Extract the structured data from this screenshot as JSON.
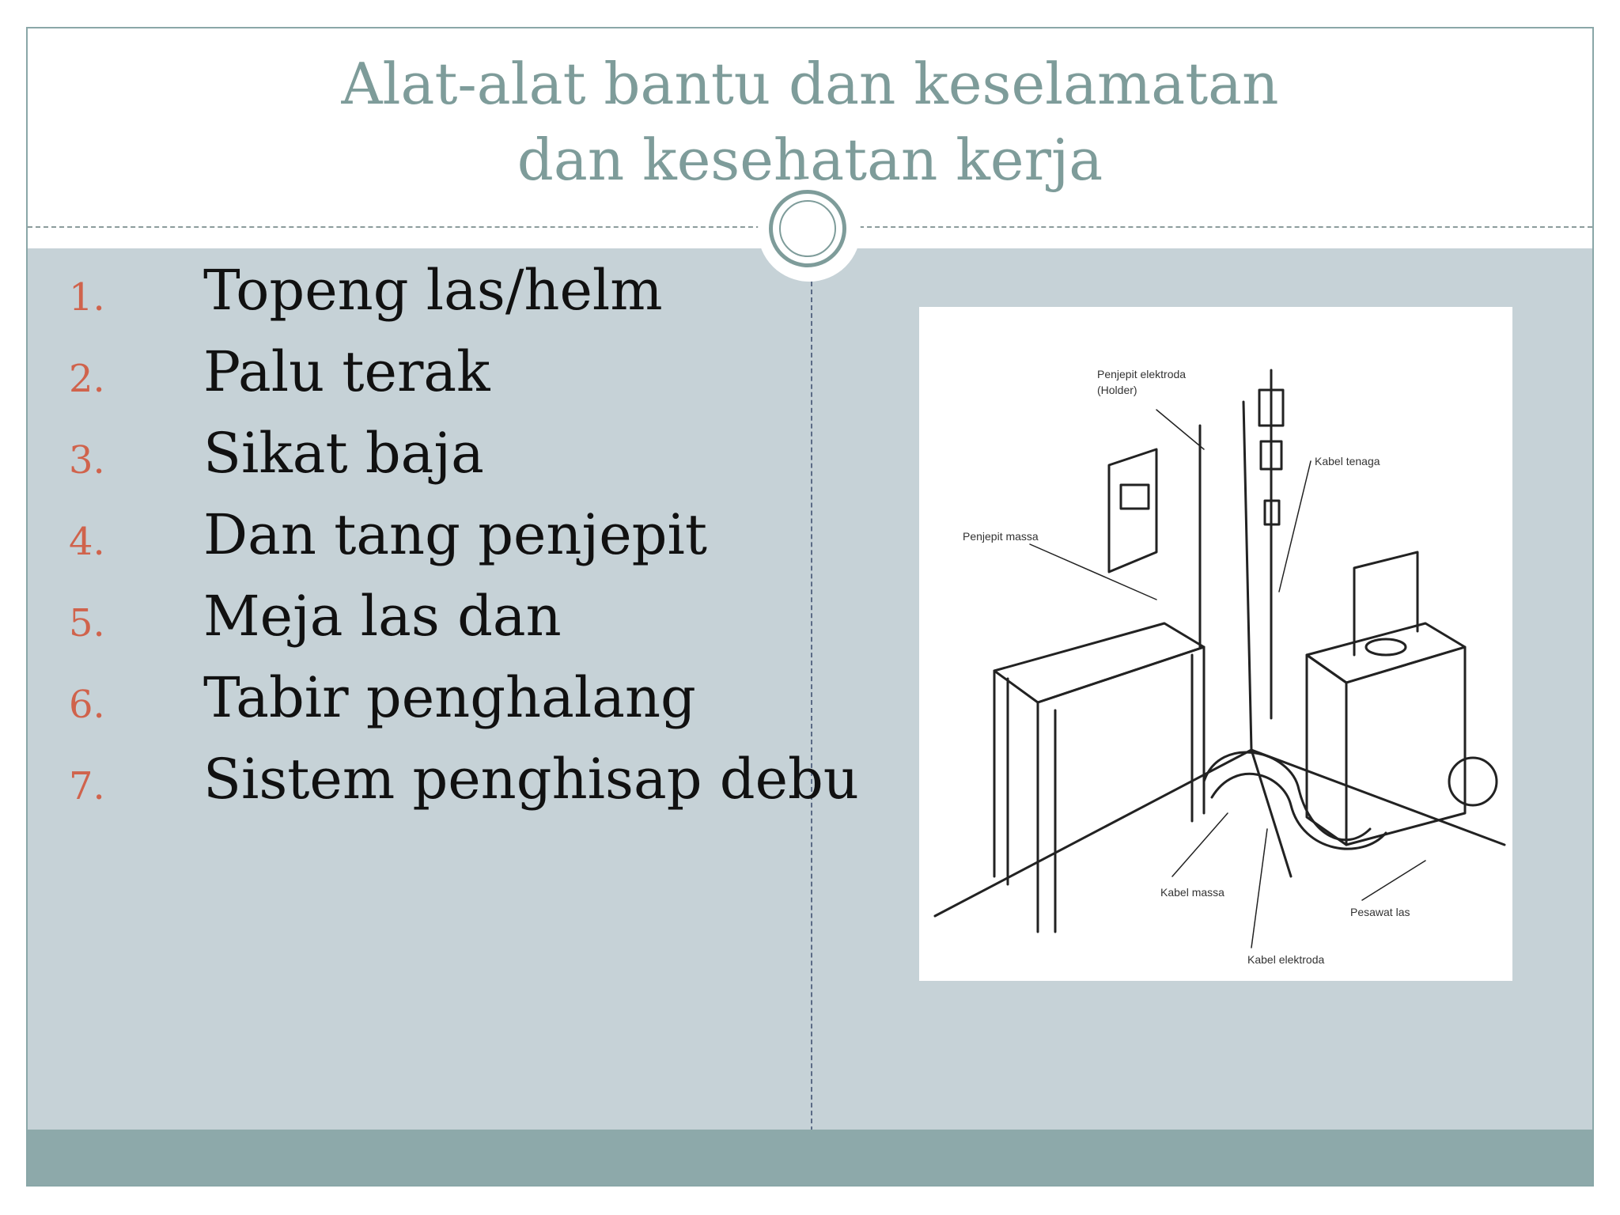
{
  "slide": {
    "title_line1": "Alat-alat bantu dan keselamatan",
    "title_line2": "dan kesehatan kerja"
  },
  "list": {
    "items": [
      {
        "number": "1.",
        "label": "Topeng las/helm"
      },
      {
        "number": "2.",
        "label": "Palu terak"
      },
      {
        "number": "3.",
        "label": "Sikat baja"
      },
      {
        "number": "4.",
        "label": "Dan tang penjepit"
      },
      {
        "number": "5.",
        "label": "Meja las dan"
      },
      {
        "number": "6.",
        "label": "Tabir penghalang"
      },
      {
        "number": "7.",
        "label": "Sistem penghisap debu"
      }
    ]
  },
  "figure": {
    "labels": {
      "holder_line1": "Penjepit elektroda",
      "holder_line2": "(Holder)",
      "power_cable": "Kabel tenaga",
      "ground_clamp": "Penjepit massa",
      "ground_cable": "Kabel massa",
      "welder": "Pesawat las",
      "electrode_cable": "Kabel elektroda"
    }
  },
  "colors": {
    "title": "#7e9c9a",
    "number": "#d0634c",
    "content_bg": "#c6d2d7",
    "footer": "#8da9aa"
  }
}
